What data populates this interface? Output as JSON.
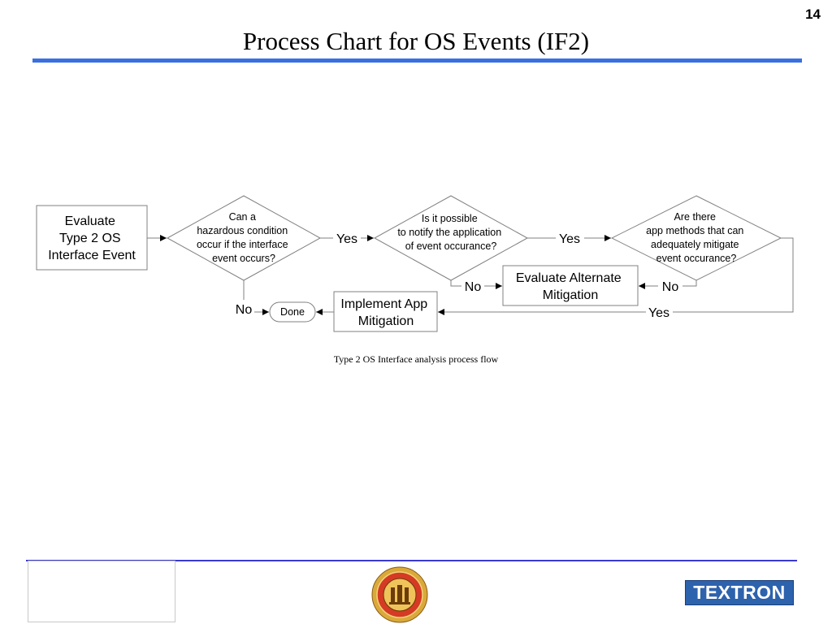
{
  "page_number": "14",
  "title": "Process Chart for OS Events (IF2)",
  "caption": "Type 2 OS Interface analysis process flow",
  "diagram": {
    "evaluate_event": [
      "Evaluate",
      "Type 2 OS",
      "Interface Event"
    ],
    "decision_hazard": [
      "Can a",
      "hazardous condition",
      "occur if the interface",
      "event occurs?"
    ],
    "decision_notify": [
      "Is it possible",
      "to notify the application",
      "of event occurance?"
    ],
    "decision_methods": [
      "Are there",
      "app methods that can",
      "adequately mitigate",
      "event occurance?"
    ],
    "evaluate_alternate": [
      "Evaluate Alternate",
      "Mitigation"
    ],
    "implement_app": [
      "Implement App",
      "Mitigation"
    ],
    "done": "Done",
    "labels": {
      "hazard_yes": "Yes",
      "notify_yes": "Yes",
      "notify_no": "No",
      "methods_no": "No",
      "methods_yes": "Yes",
      "hazard_no": "No"
    }
  },
  "footer": {
    "logo_text": "TEXTRON",
    "seal_name": "seal-logo"
  },
  "colors": {
    "title_rule": "#3a6fe0",
    "footer_rule": "#3a3ad0",
    "logo_bg": "#2d62ad"
  }
}
